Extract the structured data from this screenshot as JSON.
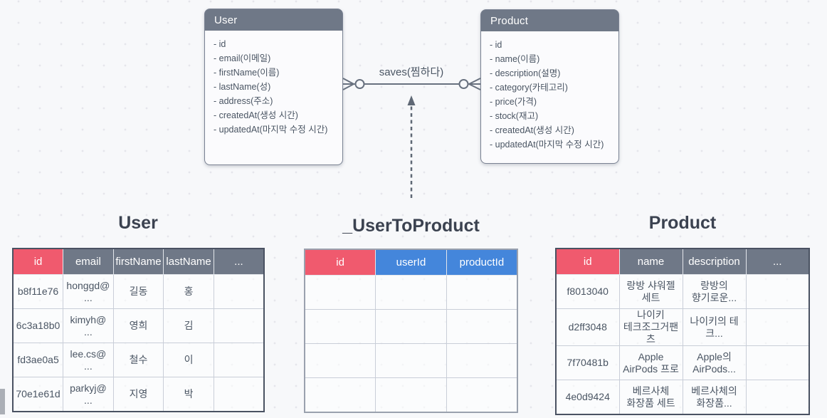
{
  "diagram": {
    "user_entity": {
      "title": "User",
      "fields": [
        "- id",
        "- email(이메일)",
        "- firstName(이름)",
        "- lastName(성)",
        "- address(주소)",
        "- createdAt(생성 시간)",
        "- updatedAt(마지막 수정 시간)"
      ]
    },
    "product_entity": {
      "title": "Product",
      "fields": [
        "- id",
        "- name(이름)",
        "- description(설명)",
        "- category(카테고리)",
        "- price(가격)",
        "- stock(재고)",
        "- createdAt(생성 시간)",
        "- updatedAt(마지막 수정 시간)"
      ]
    },
    "relationship": {
      "label": "saves(찜하다)",
      "cardinality": "zero-or-many to zero-or-many"
    }
  },
  "tables": {
    "user": {
      "title": "User",
      "headers": [
        "id",
        "email",
        "firstName",
        "lastName",
        "..."
      ],
      "rows": [
        [
          "b8f11e76",
          "honggd@\n...",
          "길동",
          "홍",
          ""
        ],
        [
          "6c3a18b0",
          "kimyh@\n...",
          "영희",
          "김",
          ""
        ],
        [
          "fd3ae0a5",
          "lee.cs@\n...",
          "철수",
          "이",
          ""
        ],
        [
          "70e1e61d",
          "parkyj@\n...",
          "지영",
          "박",
          ""
        ]
      ]
    },
    "user_to_product": {
      "title": "_UserToProduct",
      "headers": [
        "id",
        "userId",
        "productId"
      ],
      "rows": [
        [
          "",
          "",
          ""
        ],
        [
          "",
          "",
          ""
        ],
        [
          "",
          "",
          ""
        ],
        [
          "",
          "",
          ""
        ]
      ]
    },
    "product": {
      "title": "Product",
      "headers": [
        "id",
        "name",
        "description",
        "..."
      ],
      "rows": [
        [
          "f8013040",
          "랑방 샤워젤\n세트",
          "랑방의\n향기로운...",
          ""
        ],
        [
          "d2ff3048",
          "나이키\n테크조그거팬츠",
          "나이키의 테크...",
          ""
        ],
        [
          "7f70481b",
          "Apple\nAirPods 프로",
          "Apple의\nAirPods...",
          ""
        ],
        [
          "4e0d9424",
          "베르사체\n화장품 세트",
          "베르사체의\n화장품...",
          ""
        ]
      ]
    }
  },
  "colors": {
    "primary_key_header": "#F05A6E",
    "foreign_key_header": "#4486DB",
    "default_header": "#6F7887",
    "entity_header": "#6F7887",
    "connector_line": "#68717F",
    "background": "#F7F8FA"
  }
}
